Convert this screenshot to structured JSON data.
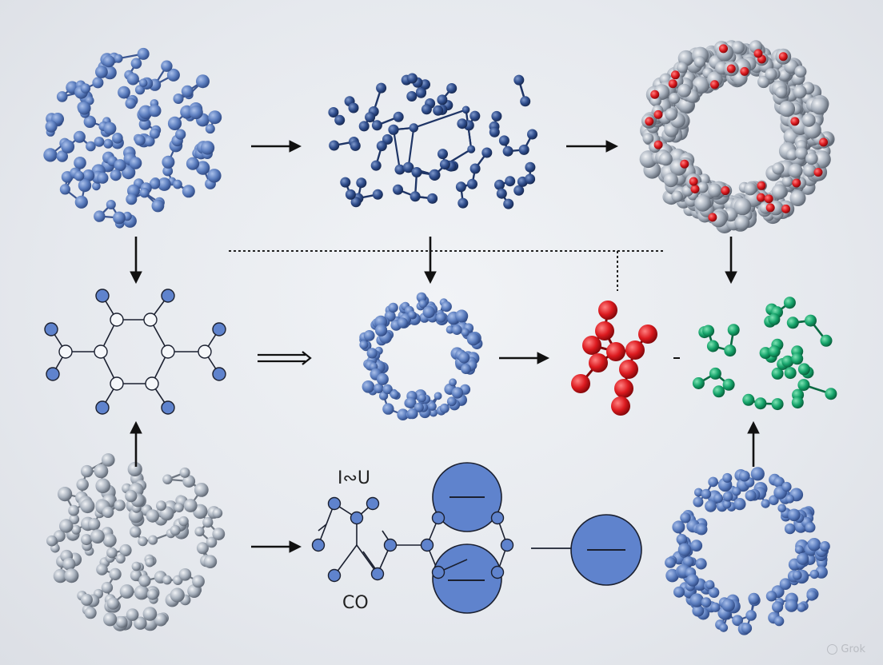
{
  "labels": {
    "top_text": "I∾U",
    "bottom_text": "CO"
  },
  "watermark": {
    "text": "Grok"
  },
  "colors": {
    "blue": "#5d7fc0",
    "blue_dark": "#2f4a85",
    "navy": "#2b4a86",
    "gray": "#a4adb8",
    "red": "#d8161b",
    "green": "#15a06a",
    "background": "#e8ebef"
  },
  "clusters": [
    "blue-ball-stick-cluster",
    "navy-chain-molecule",
    "gray-sphere-shell-with-red",
    "blue-ring-cluster",
    "red-chain-molecule",
    "green-branched-molecule",
    "gray-ball-stick-cluster",
    "blue-sphere-cage"
  ],
  "icons": [
    "arrow-right-icon",
    "arrow-down-icon",
    "arrow-up-icon",
    "double-arrow-right-icon"
  ]
}
